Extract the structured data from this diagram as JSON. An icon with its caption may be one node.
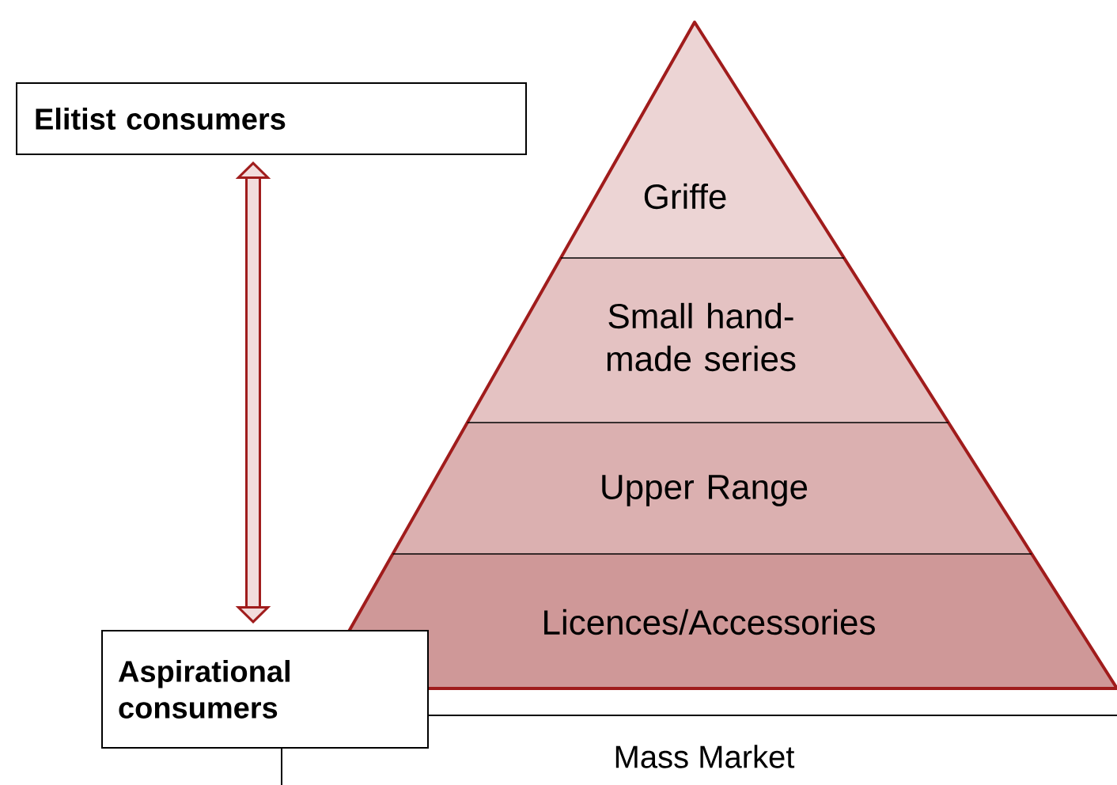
{
  "diagram": {
    "nodes": [
      {
        "text": [
          "Elitist consumers"
        ]
      },
      {
        "text": [
          "Griffe"
        ]
      },
      {
        "text": [
          "Small hand-made series"
        ]
      },
      {
        "text": [
          "Upper Range"
        ]
      },
      {
        "text": [
          "Licences/Accessories"
        ]
      },
      {
        "text": [
          "Aspirational consumers"
        ]
      }
    ],
    "edges": [
      {
        "from": 0,
        "to": 5,
        "arrow": "both"
      }
    ],
    "labels": [
      "Mass Market"
    ]
  }
}
